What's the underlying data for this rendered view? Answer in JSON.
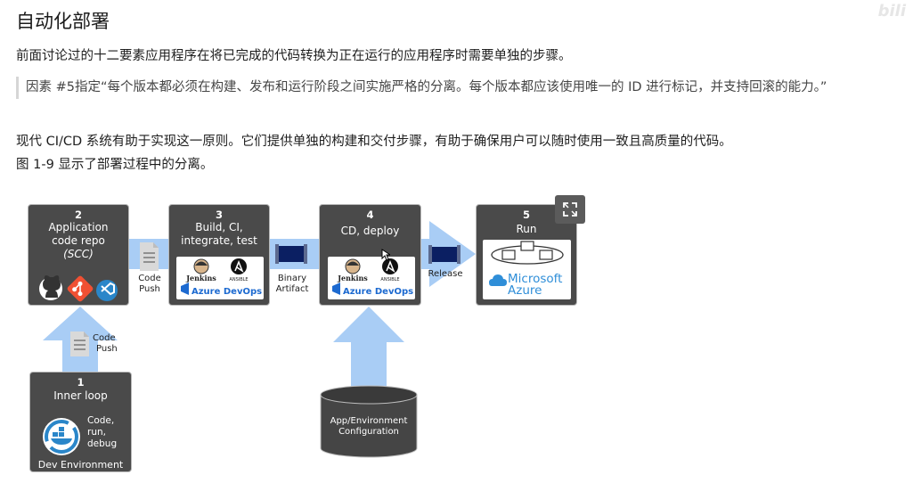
{
  "page": {
    "title": "自动化部署",
    "watermark": "bili",
    "paragraph1": "前面讨论过的十二要素应用程序在将已完成的代码转换为正在运行的应用程序时需要单独的步骤。",
    "quote": "因素 #5指定“每个版本都必须在构建、发布和运行阶段之间实施严格的分离。每个版本都应该使用唯一的 ID 进行标记，并支持回滚的能力。”",
    "paragraph2_line1": "现代 CI/CD 系统有助于实现这一原则。它们提供单独的构建和交付步骤，有助于确保用户可以随时使用一致且高质量的代码。",
    "paragraph2_line2": "图 1-9 显示了部署过程中的分离。"
  },
  "diagram": {
    "colors": {
      "box": "#4a4a4a",
      "arrow": "#a9cdf5",
      "accent": "#1d6ad0",
      "artifact": "#0b1f62"
    },
    "step1": {
      "num": "1",
      "title": "Inner loop",
      "desc_line1": "Code,",
      "desc_line2": "run,",
      "desc_line3": "debug",
      "footer": "Dev Environment",
      "icon": "docker-sync-icon"
    },
    "step2": {
      "num": "2",
      "title_line1": "Application",
      "title_line2": "code repo",
      "title_line3": "(SCC)",
      "icons": [
        "github-icon",
        "git-icon",
        "visual-studio-icon"
      ]
    },
    "step3": {
      "num": "3",
      "title_line1": "Build, CI,",
      "title_line2": "integrate, test",
      "jenkins": "Jenkins",
      "ansible": "ANSIBLE",
      "azure_devops": "Azure DevOps"
    },
    "step4": {
      "num": "4",
      "title": "CD, deploy",
      "jenkins": "Jenkins",
      "ansible": "ANSIBLE",
      "azure_devops": "Azure DevOps"
    },
    "step5": {
      "num": "5",
      "title": "Run",
      "microsoft": "Microsoft",
      "azure": "Azure"
    },
    "code_push_label_h": {
      "line1": "Code",
      "line2": "Push"
    },
    "code_push_label_v": {
      "line1": "Code",
      "line2": "Push"
    },
    "binary_artifact_label": {
      "line1": "Binary",
      "line2": "Artifact"
    },
    "release_label": "Release",
    "app_env": {
      "line1": "App/Environment",
      "line2": "Configuration"
    },
    "expand_icon": "expand-icon"
  }
}
